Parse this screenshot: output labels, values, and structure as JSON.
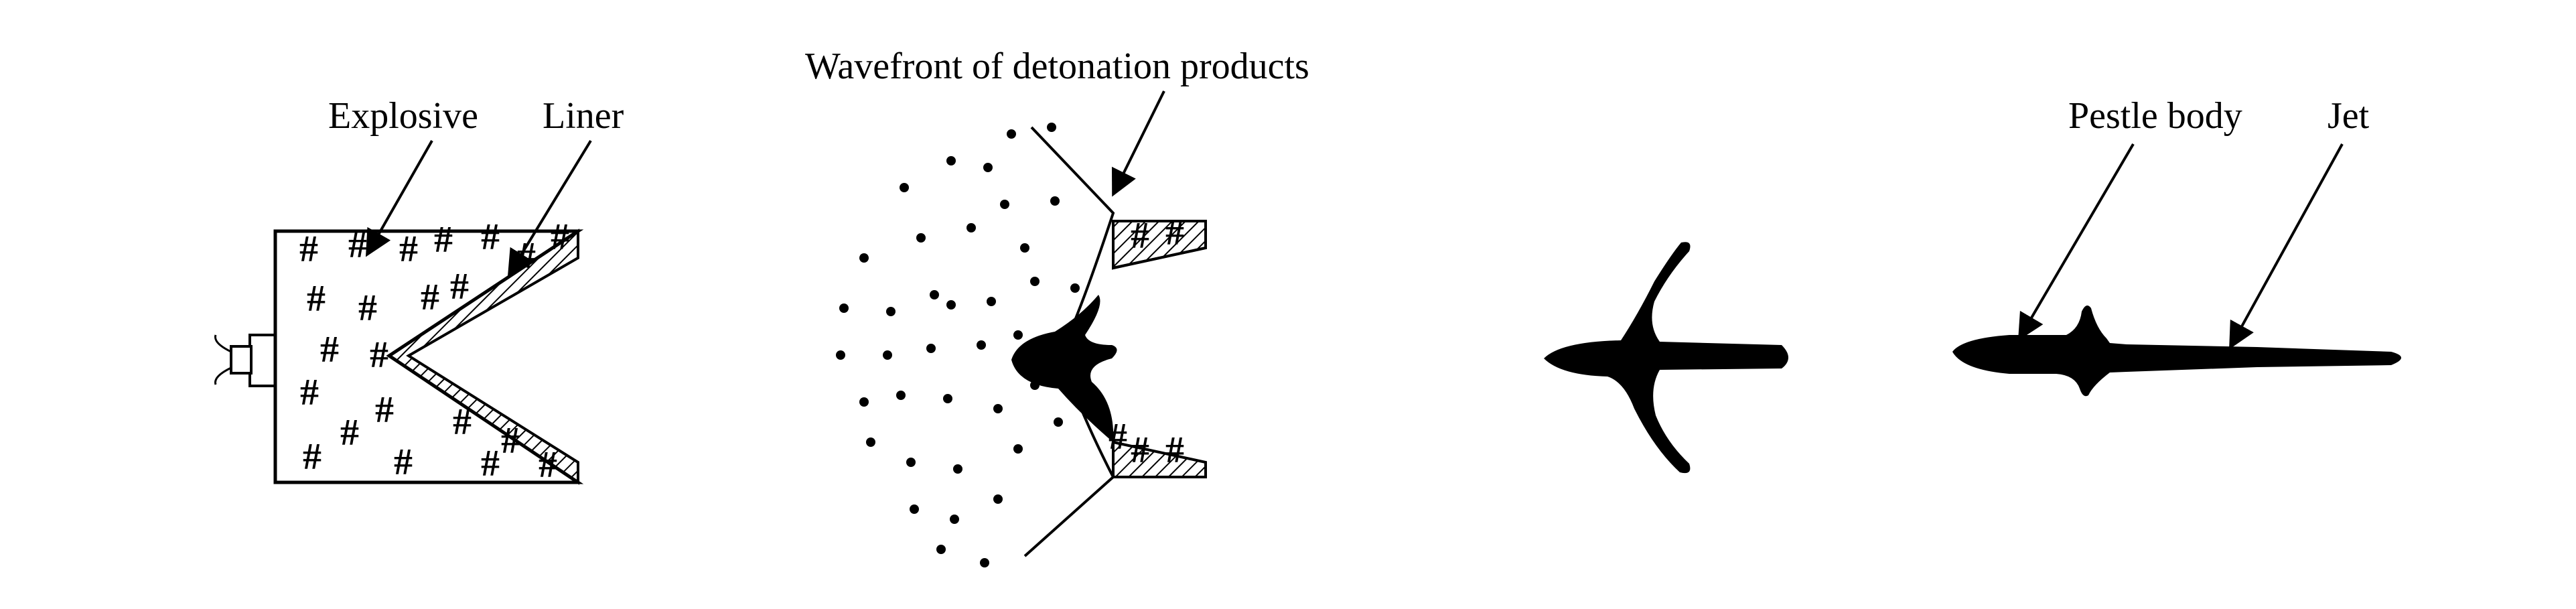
{
  "labels": {
    "explosive": "Explosive",
    "liner": "Liner",
    "wavefront": "Wavefront of detonation products",
    "pestle_body": "Pestle body",
    "jet": "Jet"
  },
  "colors": {
    "ink": "#000000",
    "background": "#ffffff"
  },
  "icons": {
    "explosive_marker": "#"
  }
}
